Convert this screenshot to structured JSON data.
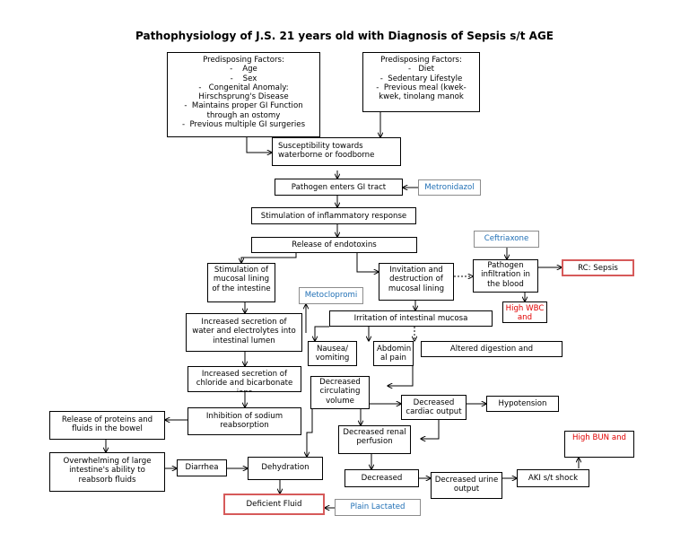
{
  "title": "Pathophysiology of J.S. 21 years old with Diagnosis of Sepsis s/t AGE",
  "predisposing_left": {
    "heading": "Predisposing Factors:",
    "items": [
      "Age",
      "Sex",
      "Congenital Anomaly: Hirschsprung's Disease",
      "Maintains proper GI Function through an ostomy",
      "Previous multiple GI surgeries"
    ]
  },
  "predisposing_right": {
    "heading": "Predisposing Factors:",
    "items": [
      "Diet",
      "Sedentary Lifestyle",
      "Previous meal (kwek-kwek, tinolang manok"
    ]
  },
  "nodes": {
    "susceptibility": "Susceptibility towards waterborne or foodborne",
    "pathogen_enters": "Pathogen enters GI tract",
    "metronidazol": "Metronidazol",
    "stimulation_inflammatory": "Stimulation of inflammatory response",
    "release_endotoxins": "Release of endotoxins",
    "ceftriaxone": "Ceftriaxone",
    "stimulation_mucosal": "Stimulation of mucosal lining of the intestine",
    "invitation_destruction": "Invitation and destruction of mucosal lining",
    "pathogen_infiltration": "Pathogen infiltration in the blood",
    "rc_sepsis": "RC: Sepsis",
    "metoclopromi": "Metoclopromi",
    "high_wbc": "High WBC and",
    "increased_secretion_water": "Increased secretion of water and electrolytes into intestinal lumen",
    "irritation_mucosa": "Irritation of intestinal mucosa",
    "nausea_vomiting": "Nausea/ vomiting",
    "abdominal_pain": "Abdomin al pain",
    "altered_digestion": "Altered digestion and",
    "increased_secretion_chloride": "Increased secretion of chloride and bicarbonate ions",
    "decreased_circulating": "Decreased circulating volume",
    "decreased_cardiac": "Decreased cardiac output",
    "hypotension": "Hypotension",
    "release_proteins": "Release of proteins and fluids in the bowel",
    "inhibition_sodium": "Inhibition of sodium reabsorption",
    "decreased_renal": "Decreased renal perfusion",
    "high_bun": "High BUN and",
    "overwhelming": "Overwhelming of large intestine's ability to reabsorb fluids",
    "diarrhea": "Diarrhea",
    "dehydration": "Dehydration",
    "decreased_gfr": "Decreased",
    "decreased_urine": "Decreased urine output",
    "aki": "AKI s/t shock",
    "deficient_fluid": "Deficient Fluid",
    "plain_lactated": "Plain Lactated"
  },
  "colors": {
    "line": "#000000",
    "medication_text": "#1f6fb5",
    "lab_text": "#e00000",
    "diagnosis_border": "#d65a5a"
  }
}
